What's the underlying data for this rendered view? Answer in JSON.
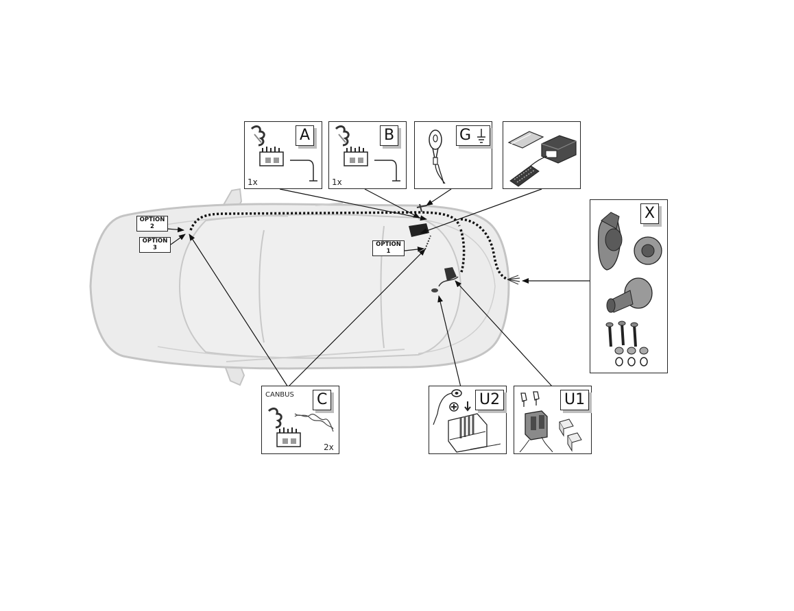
{
  "option_labels": [
    {
      "id": "opt2",
      "word": "OPTION",
      "num": "2"
    },
    {
      "id": "opt3",
      "word": "OPTION",
      "num": "3"
    },
    {
      "id": "opt1",
      "word": "OPTION",
      "num": "1"
    }
  ],
  "panels": {
    "a": {
      "letter": "A",
      "qty": "1x"
    },
    "b": {
      "letter": "B",
      "qty": "1x"
    },
    "g": {
      "letter": "G"
    },
    "x": {
      "letter": "X"
    },
    "c": {
      "letter": "C",
      "caption": "CANBUS",
      "qty": "2x"
    },
    "u2": {
      "letter": "U2"
    },
    "u1": {
      "letter": "U1"
    }
  },
  "colors": {
    "car_fill": "#ececec",
    "car_outline": "#c4c4c4",
    "line": "#111111",
    "shadow": "#bdbdbd"
  }
}
